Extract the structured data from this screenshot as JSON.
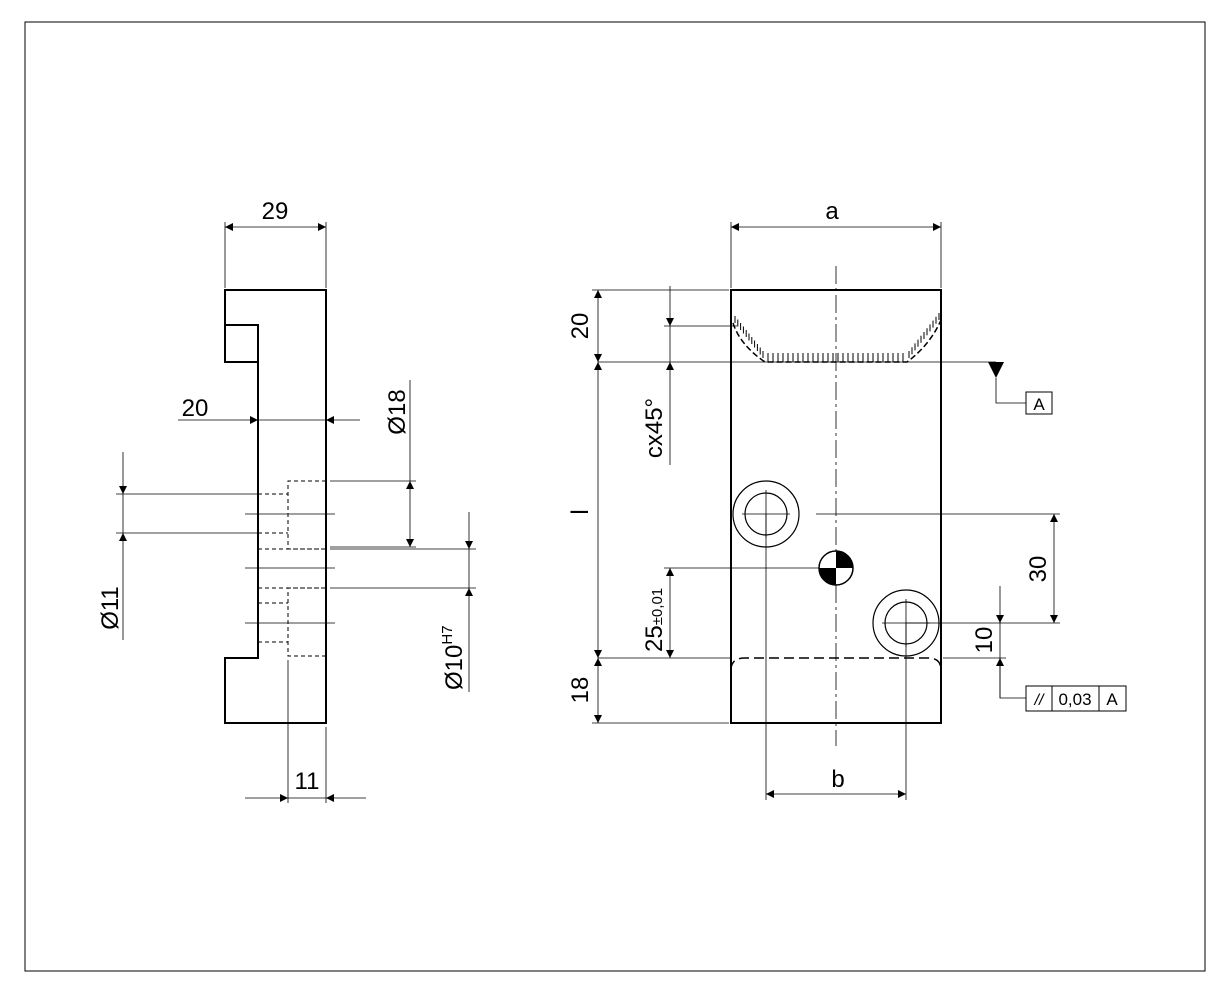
{
  "side_view": {
    "width_dim": "29",
    "depth_dim": "20",
    "hole_dia_large": "Ø18",
    "hole_dia_small": "Ø11",
    "bore_dia": "Ø10",
    "bore_tol": "H7",
    "offset_dim": "11"
  },
  "front_view": {
    "width_dim": "a",
    "height_dim": "l",
    "top_dim": "20",
    "chamfer_dim": "cx45°",
    "hole_offset_dim": "25",
    "hole_offset_tol": "±0,01",
    "hole_spacing_dim": "30",
    "edge_dim": "10",
    "bottom_dim": "18",
    "hole_spacing_x": "b"
  },
  "datum": {
    "label": "A"
  },
  "tolerance_frame": {
    "symbol": "//",
    "value": "0,03",
    "datum": "A"
  }
}
